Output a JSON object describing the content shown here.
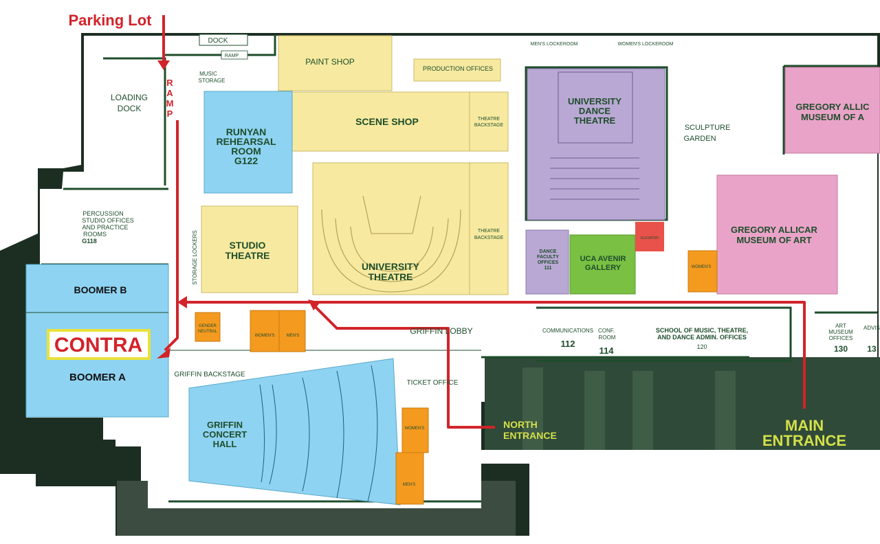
{
  "colors": {
    "wall": "#1e4d2b",
    "route": "#d2232a",
    "yellow_rooms": "#f7eaa0",
    "blue_rooms": "#8fd3f2",
    "purple_rooms": "#b9a8d4",
    "pink_rooms": "#eaa3c8",
    "green_gallery": "#79c043",
    "restrooms": "#f49a1f",
    "elevator": "#e8524a",
    "entrance_label": "#d4e04a"
  },
  "annotations": {
    "parking_lot": "Parking Lot",
    "ramp_vertical": "RAMP",
    "contra": "CONTRA",
    "north_entrance_1": "NORTH",
    "north_entrance_2": "ENTRANCE",
    "main_entrance_1": "MAIN",
    "main_entrance_2": "ENTRANCE"
  },
  "rooms": {
    "dock": "DOCK",
    "ramp_small": "RAMP",
    "loading_dock_1": "LOADING",
    "loading_dock_2": "DOCK",
    "music_storage_1": "MUSIC",
    "music_storage_2": "STORAGE",
    "paint_shop": "PAINT SHOP",
    "production_offices": "PRODUCTION OFFICES",
    "scene_shop": "SCENE SHOP",
    "theatre_backstage_top_1": "THEATRE",
    "theatre_backstage_top_2": "BACKSTAGE",
    "theatre_backstage_right_1": "THEATRE",
    "theatre_backstage_right_2": "BACKSTAGE",
    "runyan_1": "RUNYAN",
    "runyan_2": "REHEARSAL",
    "runyan_3": "ROOM",
    "runyan_4": "G122",
    "percussion_1": "PERCUSSION",
    "percussion_2": "STUDIO OFFICES",
    "percussion_3": "AND PRACTICE",
    "percussion_4": "ROOMS",
    "percussion_5": "G118",
    "storage_lockers": "STORAGE LOCKERS",
    "studio_theatre_1": "STUDIO",
    "studio_theatre_2": "THEATRE",
    "university_theatre_1": "UNIVERSITY",
    "university_theatre_2": "THEATRE",
    "boomer_b": "BOOMER B",
    "boomer_a": "BOOMER A",
    "gender_neutral_1": "GENDER",
    "gender_neutral_2": "NEUTRAL",
    "womens_1": "WOMEN'S",
    "mens_1": "MEN'S",
    "griffin_lobby": "GRIFFIN LOBBY",
    "griffin_backstage": "GRIFFIN BACKSTAGE",
    "ticket_office": "TICKET OFFICE",
    "griffin_hall_1": "GRIFFIN",
    "griffin_hall_2": "CONCERT",
    "griffin_hall_3": "HALL",
    "womens_2": "WOMEN'S",
    "mens_2": "MEN'S",
    "mens_lockeroom": "MEN'S LOCKEROOM",
    "womens_lockeroom": "WOMEN'S LOCKEROOM",
    "dance_theatre_1": "UNIVERSITY",
    "dance_theatre_2": "DANCE",
    "dance_theatre_3": "THEATRE",
    "dance_faculty_1": "DANCE",
    "dance_faculty_2": "FACULTY",
    "dance_faculty_3": "OFFICES",
    "dance_faculty_4": "111",
    "avenir_1": "UCA AVENIR",
    "avenir_2": "GALLERY",
    "elevator": "ELEVATOR",
    "sculpture_1": "SCULPTURE",
    "sculpture_2": "GARDEN",
    "gregory_top_1": "GREGORY ALLIC",
    "gregory_top_2": "MUSEUM OF A",
    "gregory_1": "GREGORY ALLICAR",
    "gregory_2": "MUSEUM OF ART",
    "womens_3": "WOMEN'S",
    "communications_1": "COMMUNICATIONS",
    "communications_2": "112",
    "conf_1": "CONF.",
    "conf_2": "ROOM",
    "conf_3": "114",
    "school_1": "SCHOOL OF MUSIC, THEATRE,",
    "school_2": "AND DANCE ADMIN. OFFICES",
    "school_3": "120",
    "art_museum_1": "ART",
    "art_museum_2": "MUSEUM",
    "art_museum_3": "OFFICES",
    "art_museum_4": "130",
    "advising_1": "ADVIS",
    "advising_2": "13"
  }
}
